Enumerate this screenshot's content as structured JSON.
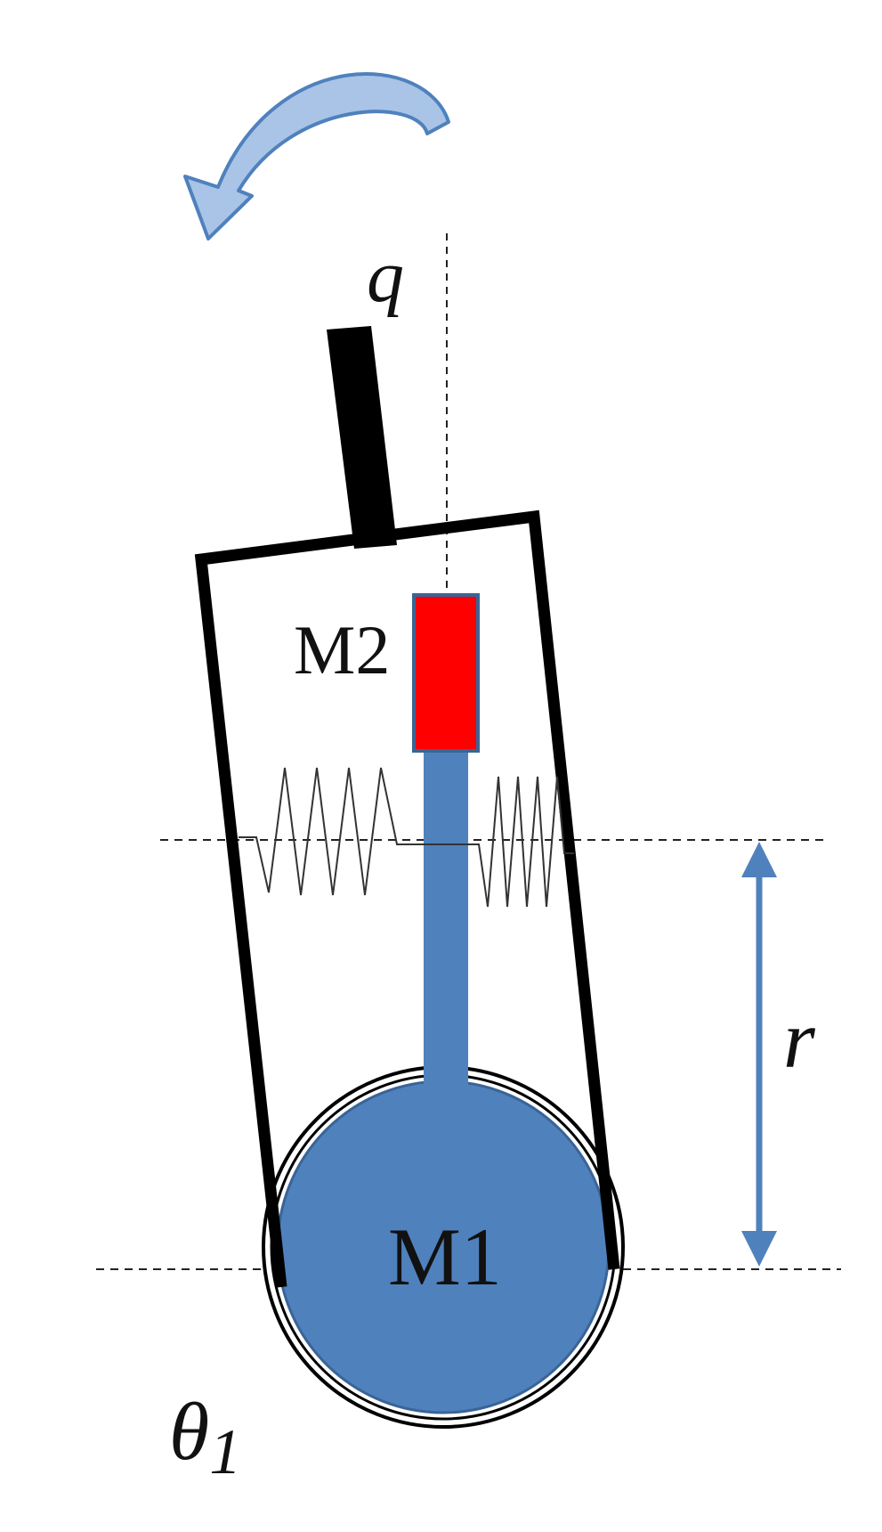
{
  "labels": {
    "rotation_symbol": "q",
    "upper_mass": "M2",
    "lower_mass": "M1",
    "distance_symbol": "r",
    "angle_symbol": "θ",
    "angle_subscript": "1"
  },
  "colors": {
    "wheel_fill": "#4f81bd",
    "wheel_stroke": "#3a6496",
    "rod_fill": "#4f81bd",
    "upper_mass_fill": "#ff0000",
    "frame_stroke": "#000000",
    "arrow_fill": "#a9c4e6",
    "arrow_stroke": "#4f81bd",
    "dimension_arrow": "#4f81bd",
    "dashed_line": "#222222",
    "spring_stroke": "#333333"
  }
}
